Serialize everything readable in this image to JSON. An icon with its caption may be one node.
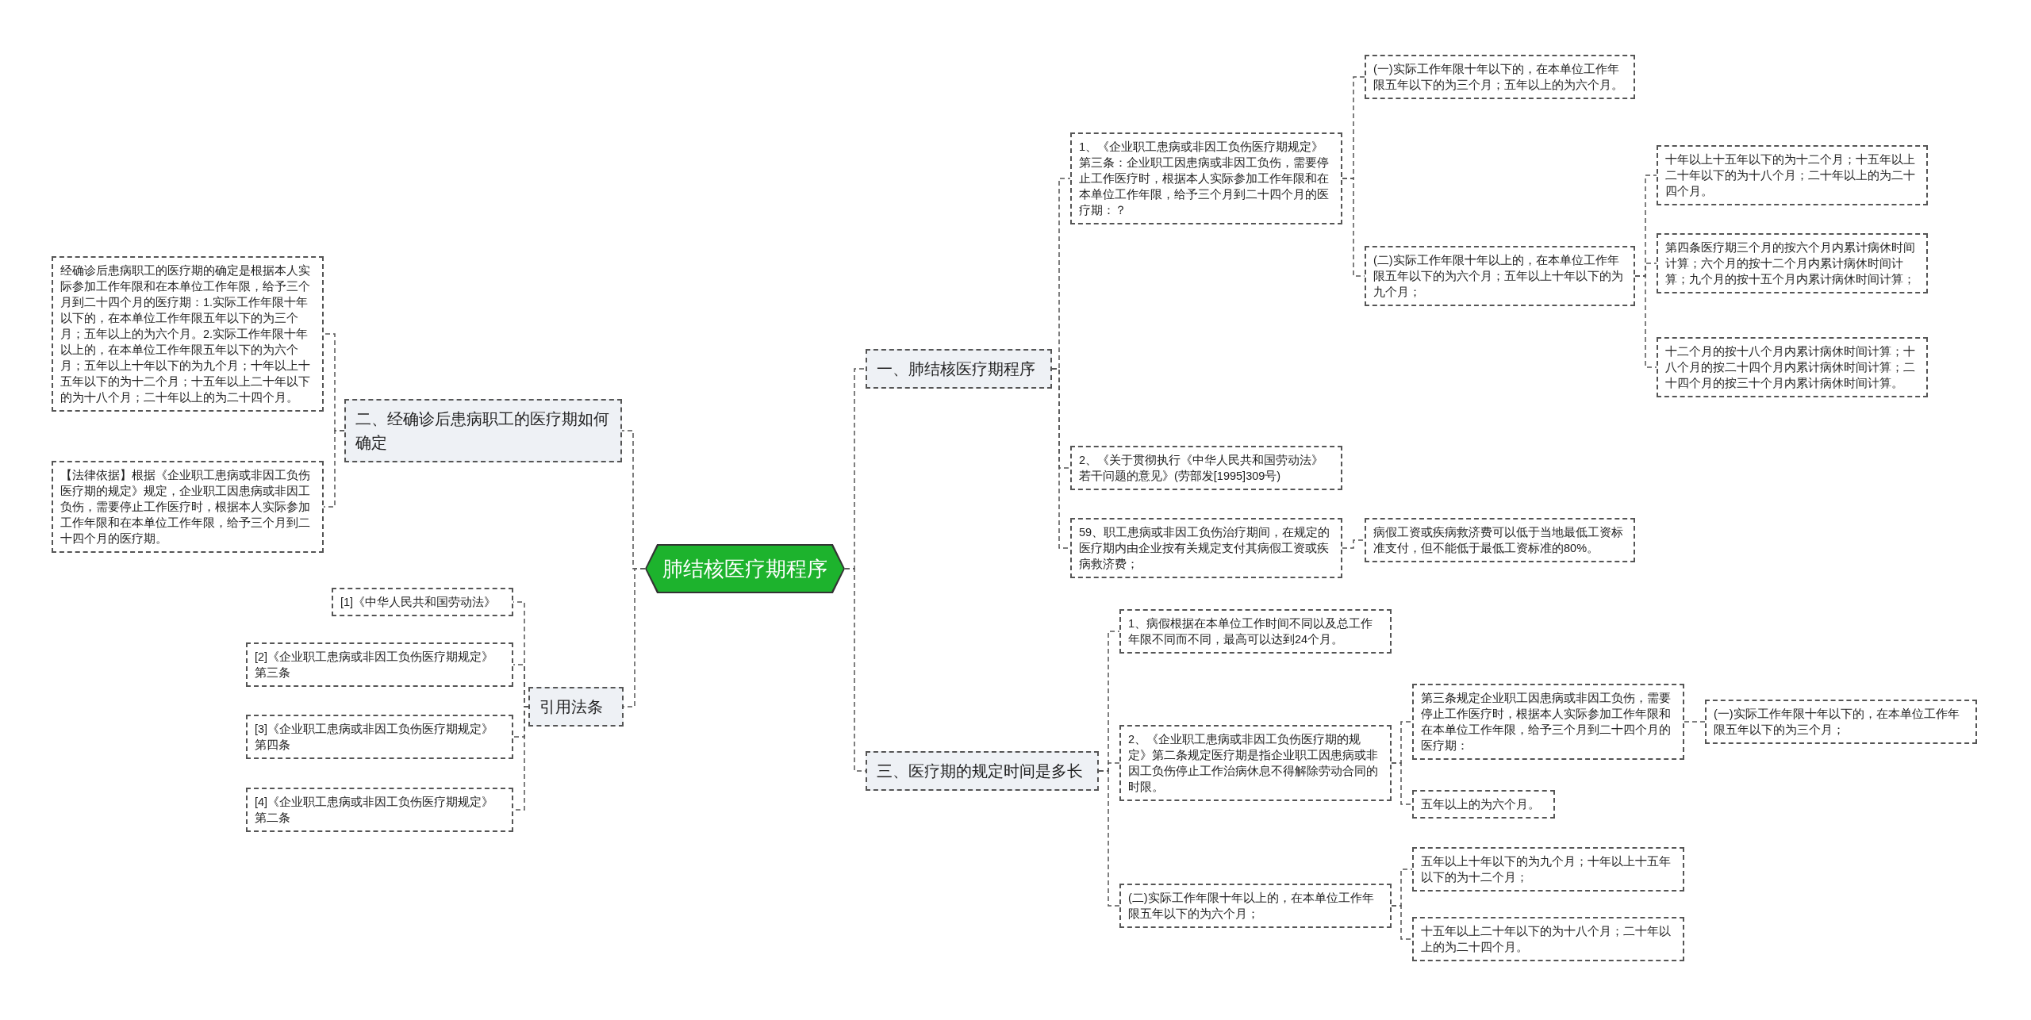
{
  "diagram": {
    "nodes": [
      {
        "text": [
          "肺结核医疗期程序"
        ]
      },
      {
        "text": [
          "一、肺结核医疗期程序"
        ]
      },
      {
        "text": [
          "1、《企业职工患病或非因工负伤医疗期规定》第三条：企业职工因患病或非因工负伤，需要停止工作医疗时，根据本人实际参加工作年限和在本单位工作年限，给予三个月到二十四个月的医疗期：？"
        ]
      },
      {
        "text": [
          "(一)实际工作年限十年以下的，在本单位工作年限五年以下的为三个月；五年以上的为六个月。"
        ]
      },
      {
        "text": [
          "(二)实际工作年限十年以上的，在本单位工作年限五年以下的为六个月；五年以上十年以下的为九个月；"
        ]
      },
      {
        "text": [
          "十年以上十五年以下的为十二个月；十五年以上二十年以下的为十八个月；二十年以上的为二十四个月。"
        ]
      },
      {
        "text": [
          "第四条医疗期三个月的按六个月内累计病休时间计算；六个月的按十二个月内累计病休时间计算；九个月的按十五个月内累计病休时间计算；"
        ]
      },
      {
        "text": [
          "十二个月的按十八个月内累计病休时间计算；十八个月的按二十四个月内累计病休时间计算；二十四个月的按三十个月内累计病休时间计算。"
        ]
      },
      {
        "text": [
          "2、《关于贯彻执行《中华人民共和国劳动法》若干问题的意见》(劳部发[1995]309号)"
        ]
      },
      {
        "text": [
          "59、职工患病或非因工负伤治疗期间，在规定的医疗期内由企业按有关规定支付其病假工资或疾病救济费；"
        ]
      },
      {
        "text": [
          "病假工资或疾病救济费可以低于当地最低工资标准支付，但不能低于最低工资标准的80%。"
        ]
      },
      {
        "text": [
          "三、医疗期的规定时间是多长"
        ]
      },
      {
        "text": [
          "1、病假根据在本单位工作时间不同以及总工作年限不同而不同，最高可以达到24个月。"
        ]
      },
      {
        "text": [
          "2、《企业职工患病或非因工负伤医疗期的规定》第二条规定医疗期是指企业职工因患病或非因工负伤停止工作治病休息不得解除劳动合同的时限。"
        ]
      },
      {
        "text": [
          "第三条规定企业职工因患病或非因工负伤，需要停止工作医疗时，根据本人实际参加工作年限和在本单位工作年限，给予三个月到二十四个月的医疗期："
        ]
      },
      {
        "text": [
          "(一)实际工作年限十年以下的，在本单位工作年限五年以下的为三个月；"
        ]
      },
      {
        "text": [
          "五年以上的为六个月。"
        ]
      },
      {
        "text": [
          "(二)实际工作年限十年以上的，在本单位工作年限五年以下的为六个月；"
        ]
      },
      {
        "text": [
          "五年以上十年以下的为九个月；十年以上十五年以下的为十二个月；"
        ]
      },
      {
        "text": [
          "十五年以上二十年以下的为十八个月；二十年以上的为二十四个月。"
        ]
      },
      {
        "text": [
          "二、经确诊后患病职工的医疗期如何确定"
        ]
      },
      {
        "text": [
          "经确诊后患病职工的医疗期的确定是根据本人实际参加工作年限和在本单位工作年限，给予三个月到二十四个月的医疗期：1.实际工作年限十年以下的，在本单位工作年限五年以下的为三个月；五年以上的为六个月。2.实际工作年限十年以上的，在本单位工作年限五年以下的为六个月；五年以上十年以下的为九个月；十年以上十五年以下的为十二个月；十五年以上二十年以下的为十八个月；二十年以上的为二十四个月。"
        ]
      },
      {
        "text": [
          "【法律依据】根据《企业职工患病或非因工负伤医疗期的规定》规定，企业职工因患病或非因工负伤，需要停止工作医疗时，根据本人实际参加工作年限和在本单位工作年限，给予三个月到二十四个月的医疗期。"
        ]
      },
      {
        "text": [
          "引用法条"
        ]
      },
      {
        "text": [
          "[1]《中华人民共和国劳动法》"
        ]
      },
      {
        "text": [
          "[2]《企业职工患病或非因工负伤医疗期规定》第三条"
        ]
      },
      {
        "text": [
          "[3]《企业职工患病或非因工负伤医疗期规定》第四条"
        ]
      },
      {
        "text": [
          "[4]《企业职工患病或非因工负伤医疗期规定》第二条"
        ]
      }
    ],
    "edges": [
      {
        "from": 0,
        "to": 1,
        "arrow": "none"
      },
      {
        "from": 1,
        "to": 2,
        "arrow": "none"
      },
      {
        "from": 2,
        "to": 3,
        "arrow": "none"
      },
      {
        "from": 2,
        "to": 4,
        "arrow": "none"
      },
      {
        "from": 4,
        "to": 5,
        "arrow": "none"
      },
      {
        "from": 4,
        "to": 6,
        "arrow": "none"
      },
      {
        "from": 4,
        "to": 7,
        "arrow": "none"
      },
      {
        "from": 1,
        "to": 8,
        "arrow": "none"
      },
      {
        "from": 1,
        "to": 9,
        "arrow": "none"
      },
      {
        "from": 9,
        "to": 10,
        "arrow": "none"
      },
      {
        "from": 0,
        "to": 11,
        "arrow": "none"
      },
      {
        "from": 11,
        "to": 12,
        "arrow": "none"
      },
      {
        "from": 11,
        "to": 13,
        "arrow": "none"
      },
      {
        "from": 13,
        "to": 14,
        "arrow": "none"
      },
      {
        "from": 14,
        "to": 15,
        "arrow": "none"
      },
      {
        "from": 13,
        "to": 16,
        "arrow": "none"
      },
      {
        "from": 11,
        "to": 17,
        "arrow": "none"
      },
      {
        "from": 17,
        "to": 18,
        "arrow": "none"
      },
      {
        "from": 17,
        "to": 19,
        "arrow": "none"
      },
      {
        "from": 0,
        "to": 20,
        "arrow": "none"
      },
      {
        "from": 20,
        "to": 21,
        "arrow": "none"
      },
      {
        "from": 20,
        "to": 22,
        "arrow": "none"
      },
      {
        "from": 0,
        "to": 23,
        "arrow": "none"
      },
      {
        "from": 23,
        "to": 24,
        "arrow": "none"
      },
      {
        "from": 23,
        "to": 25,
        "arrow": "none"
      },
      {
        "from": 23,
        "to": 26,
        "arrow": "none"
      },
      {
        "from": 23,
        "to": 27,
        "arrow": "none"
      }
    ]
  }
}
